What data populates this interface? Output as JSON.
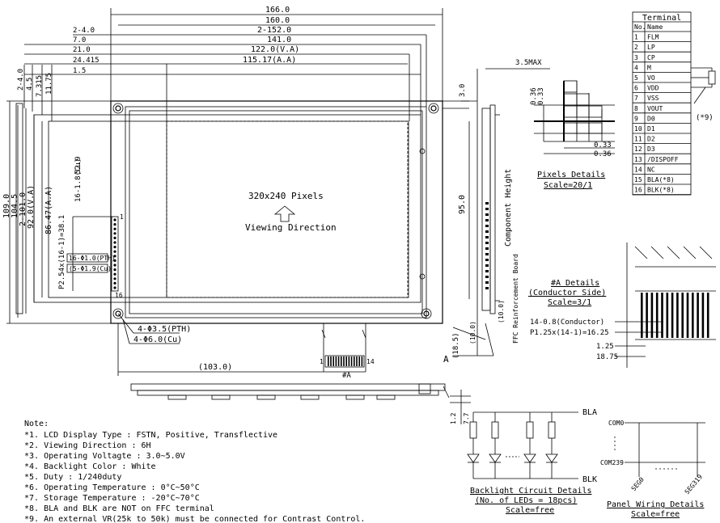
{
  "dims_top": [
    "166.0",
    "160.0",
    "2-152.0",
    "141.0",
    "122.0(V.A)",
    "115.17(A.A)"
  ],
  "dims_top_left": [
    "2-4.0",
    "7.0",
    "21.0",
    "24.415",
    "1.5"
  ],
  "dim_3max": "3.5MAX",
  "dim_3_0": "3.0",
  "dims_left_outer": [
    "109.0",
    "104.5",
    "2-101.0",
    "92.0(V.A)",
    "86.47(A.A)"
  ],
  "dims_left_inner": [
    "2-4.0",
    "4.5",
    "7.315",
    "11.75"
  ],
  "dim_52_9": "52.9",
  "dim_16_1": "16-1.8(Cu)",
  "dim_pitch": "P2.54x(16-1)=38.1",
  "pad_pth": "16-Φ1.0(PTH)",
  "pad_cu": "(5-Φ1.9(Cu)",
  "pin1": "1",
  "pin16": "16",
  "screen_title": "320x240 Pixels",
  "viewing_direction": "Viewing Direction",
  "hole_pth": "4-Φ3.5(PTH)",
  "hole_cu": "4-Φ6.0(Cu)",
  "dim_103": "(103.0)",
  "pin1_fpc": "1",
  "pin14_fpc": "14",
  "label_A": "#A",
  "dim_95": "95.0",
  "component_height": "Component Height",
  "fpc_reinforced": "FFC Reinforcement Board",
  "conductor_dim": "(10.0)",
  "dim_10_0": "(10.0)",
  "dim_18_5": "(18.5)",
  "A_marker": "A",
  "side_dims": [
    "1.2",
    "7.7"
  ],
  "pixels": {
    "dims": [
      "0.36",
      "0.33",
      "0.33",
      "0.36"
    ],
    "title": "Pixels Details",
    "scale": "Scale=20/1"
  },
  "adetail": {
    "title": "#A Details",
    "sub": "(Conductor Side)",
    "scale": "Scale=3/1",
    "dims": [
      "14-0.8(Conductor)",
      "P1.25x(14-1)=16.25",
      "1.25",
      "18.75"
    ]
  },
  "terminal": {
    "title": "Terminal",
    "headers": [
      "No.",
      "Name"
    ],
    "rows": [
      [
        "1",
        "FLM"
      ],
      [
        "2",
        "LP"
      ],
      [
        "3",
        "CP"
      ],
      [
        "4",
        "M"
      ],
      [
        "5",
        "VO"
      ],
      [
        "6",
        "VDD"
      ],
      [
        "7",
        "VSS"
      ],
      [
        "8",
        "VOUT"
      ],
      [
        "9",
        "D0"
      ],
      [
        "10",
        "D1"
      ],
      [
        "11",
        "D2"
      ],
      [
        "12",
        "D3"
      ],
      [
        "13",
        "/DISPOFF"
      ],
      [
        "14",
        "NC"
      ],
      [
        "15",
        "BLA(*8)"
      ],
      [
        "16",
        "BLK(*8)"
      ]
    ],
    "note9": "(*9)"
  },
  "backlight": {
    "bla": "BLA",
    "blk": "BLK",
    "title": "Backlight Circuit Details",
    "sub": "(No. of LEDs = 18pcs)",
    "scale": "Scale=free"
  },
  "wiring": {
    "com0": "COM0",
    "com239": "COM239",
    "seg0": "SEG0",
    "seg319": "SEG319",
    "title": "Panel Wiring Details",
    "scale": "Scale=free"
  },
  "notes": {
    "title": "Note:",
    "items": [
      "*1. LCD Display Type : FSTN, Positive, Transflective",
      "*2. Viewing Direction : 6H",
      "*3. Operating Voltagte : 3.0~5.0V",
      "*4. Backlight Color : White",
      "*5. Duty : 1/240duty",
      "*6. Operating Temperature : 0°C~50°C",
      "*7. Storage Temperature : -20°C~70°C",
      "*8. BLA and BLK are NOT on FFC terminal",
      "*9. An external VR(25k to 50k) must be connected for Contrast Control."
    ]
  }
}
